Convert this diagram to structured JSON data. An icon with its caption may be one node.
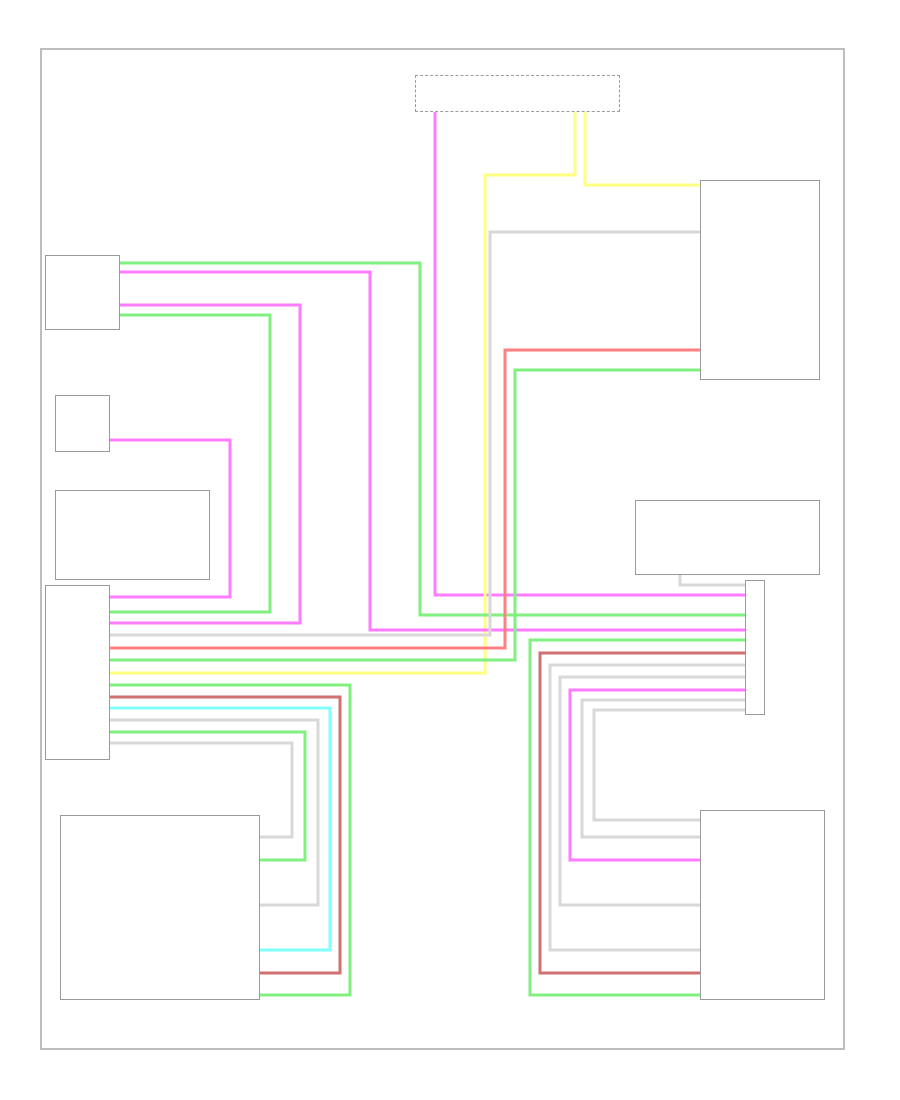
{
  "diagram": {
    "nodes": [
      {
        "text": [],
        "shape": "box"
      },
      {
        "text": [],
        "shape": "box"
      },
      {
        "text": [],
        "shape": "box"
      },
      {
        "text": [],
        "shape": "box"
      },
      {
        "text": [],
        "shape": "box"
      },
      {
        "text": [],
        "shape": "box"
      },
      {
        "text": [],
        "shape": "box"
      },
      {
        "text": [],
        "shape": "box"
      },
      {
        "text": [],
        "shape": "box"
      },
      {
        "text": [],
        "shape": "box"
      }
    ],
    "edges": [
      {
        "from": 0,
        "to": 7,
        "arrow": "none",
        "color": "#ff7bff"
      },
      {
        "from": 0,
        "to": 4,
        "arrow": "none",
        "color": "#ffff80"
      },
      {
        "from": 0,
        "to": 5,
        "arrow": "none",
        "color": "#ffff80"
      },
      {
        "from": 1,
        "to": 7,
        "arrow": "none",
        "color": "#80f080"
      },
      {
        "from": 1,
        "to": 7,
        "arrow": "none",
        "color": "#ff7bff"
      },
      {
        "from": 1,
        "to": 4,
        "arrow": "none",
        "color": "#ff7bff"
      },
      {
        "from": 1,
        "to": 4,
        "arrow": "none",
        "color": "#80f080"
      },
      {
        "from": 2,
        "to": 4,
        "arrow": "none",
        "color": "#ff7bff"
      },
      {
        "from": 5,
        "to": 4,
        "arrow": "none",
        "color": "#ff8080"
      },
      {
        "from": 5,
        "to": 4,
        "arrow": "none",
        "color": "#80f080"
      },
      {
        "from": 5,
        "to": 4,
        "arrow": "none",
        "color": "#d8d8d8"
      },
      {
        "from": 4,
        "to": 8,
        "arrow": "none",
        "color": "#80f080"
      },
      {
        "from": 4,
        "to": 8,
        "arrow": "none",
        "color": "#d07070"
      },
      {
        "from": 4,
        "to": 8,
        "arrow": "none",
        "color": "#80ffff"
      },
      {
        "from": 4,
        "to": 8,
        "arrow": "none",
        "color": "#d8d8d8"
      },
      {
        "from": 4,
        "to": 8,
        "arrow": "none",
        "color": "#80f080"
      },
      {
        "from": 4,
        "to": 8,
        "arrow": "none",
        "color": "#d8d8d8"
      },
      {
        "from": 6,
        "to": 7,
        "arrow": "none",
        "color": "#d8d8d8"
      },
      {
        "from": 7,
        "to": 9,
        "arrow": "none",
        "color": "#80f080"
      },
      {
        "from": 7,
        "to": 9,
        "arrow": "none",
        "color": "#d07070"
      },
      {
        "from": 7,
        "to": 9,
        "arrow": "none",
        "color": "#d8d8d8"
      },
      {
        "from": 7,
        "to": 9,
        "arrow": "none",
        "color": "#d8d8d8"
      },
      {
        "from": 7,
        "to": 9,
        "arrow": "none",
        "color": "#ff7bff"
      },
      {
        "from": 7,
        "to": 9,
        "arrow": "none",
        "color": "#d8d8d8"
      },
      {
        "from": 7,
        "to": 9,
        "arrow": "none",
        "color": "#d8d8d8"
      }
    ]
  }
}
